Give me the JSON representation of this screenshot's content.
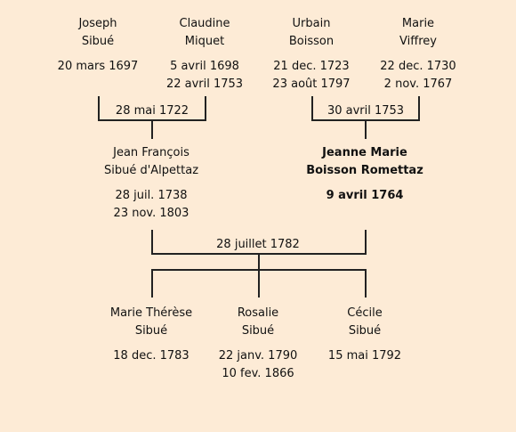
{
  "grandparents": [
    {
      "first": "Joseph",
      "last": "Sibué",
      "birth": "20 mars 1697",
      "death": ""
    },
    {
      "first": "Claudine",
      "last": "Miquet",
      "birth": "5 avril 1698",
      "death": "22 avril 1753"
    },
    {
      "first": "Urbain",
      "last": "Boisson",
      "birth": "21 dec. 1723",
      "death": "23 août 1797"
    },
    {
      "first": "Marie",
      "last": "Viffrey",
      "birth": "22 dec. 1730",
      "death": "2 nov. 1767"
    }
  ],
  "marriages": {
    "left_grandparents": "28 mai 1722",
    "right_grandparents": "30 avril 1753",
    "parents": "28 juillet 1782"
  },
  "parents": [
    {
      "first": "Jean François",
      "last": "Sibué d'Alpettaz",
      "birth": "28 juil. 1738",
      "death": "23 nov. 1803",
      "highlight": false
    },
    {
      "first": "Jeanne Marie",
      "last": "Boisson Romettaz",
      "birth": "9 avril 1764",
      "death": "",
      "highlight": true
    }
  ],
  "children": [
    {
      "first": "Marie Thérèse",
      "last": "Sibué",
      "birth": "18 dec. 1783",
      "death": ""
    },
    {
      "first": "Rosalie",
      "last": "Sibué",
      "birth": "22 janv. 1790",
      "death": "10 fev. 1866"
    },
    {
      "first": "Cécile",
      "last": "Sibué",
      "birth": "15 mai 1792",
      "death": ""
    }
  ]
}
